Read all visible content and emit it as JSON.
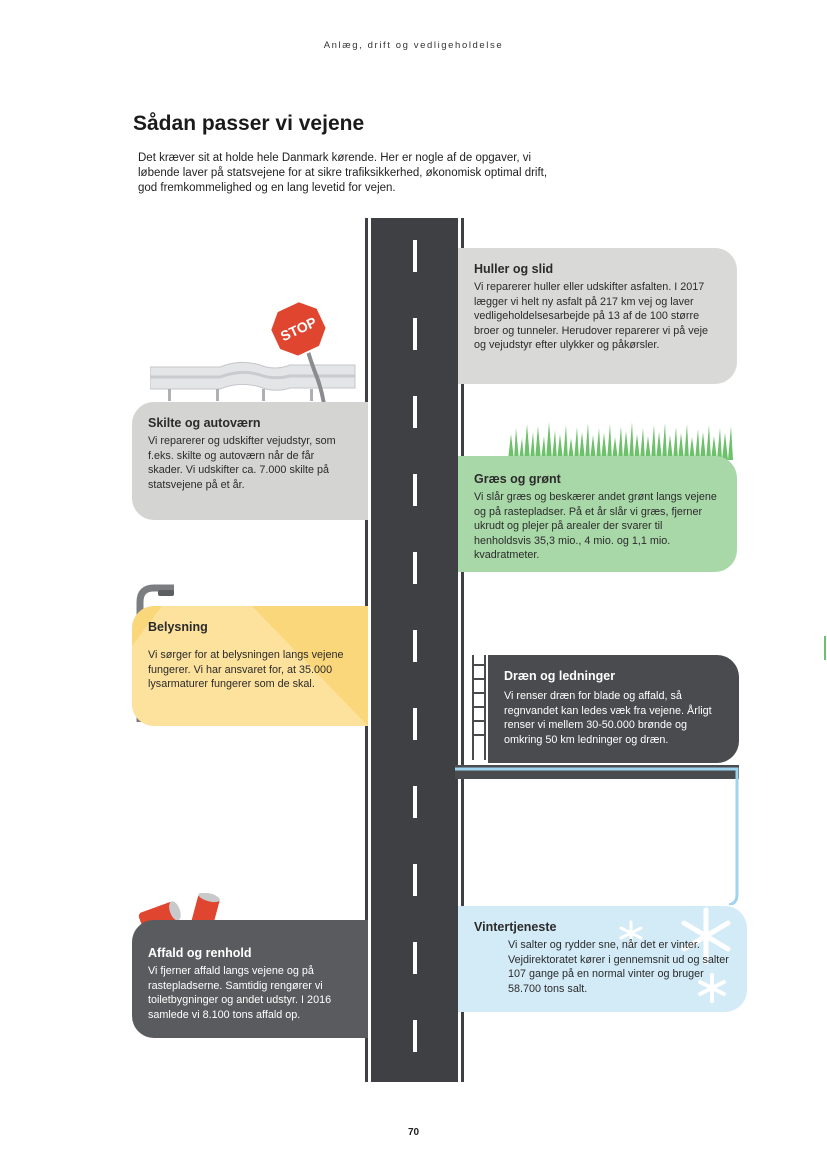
{
  "header": {
    "running_title": "Anlæg, drift og vedligeholdelse"
  },
  "page": {
    "title": "Sådan passer vi vejene",
    "intro": "Det kræver sit at holde hele Danmark kørende. Her er nogle af de opgaver, vi løbende laver på statsvejene for at sikre trafiksikkerhed, økonomisk optimal drift, god fremkommelighed og en lang levetid for vejen.",
    "page_number": "70"
  },
  "sections": {
    "huller": {
      "title": "Huller og slid",
      "text": "Vi reparerer huller eller udskifter asfalten. I 2017 lægger vi helt ny asfalt på 217 km vej og laver vedligeholdelsesarbejde på 13 af de 100 større broer og tunneler. Herudover reparerer vi på veje og vejudstyr efter ulykker og påkørsler."
    },
    "skilte": {
      "title": "Skilte og autoværn",
      "text": "Vi reparerer og udskifter vejudstyr, som f.eks. skilte og autoværn når de får skader. Vi udskifter ca. 7.000 skilte på statsvejene på et år."
    },
    "graes": {
      "title": "Græs og grønt",
      "text": "Vi slår græs og beskærer andet grønt langs vejene og på rastepladser. På et år slår vi græs, fjerner ukrudt og plejer på arealer der svarer til henholdsvis 35,3 mio., 4 mio. og 1,1 mio. kvadratmeter."
    },
    "belysning": {
      "title": "Belysning",
      "text": "Vi sørger for at belysningen langs vejene fungerer. Vi har ansvaret for, at 35.000 lysarmaturer fungerer som de skal."
    },
    "draen": {
      "title": "Dræn og ledninger",
      "text": "Vi renser dræn for blade og affald, så regnvandet kan ledes væk fra vejene. Årligt renser vi mellem 30-50.000 brønde og omkring 50 km ledninger og dræn."
    },
    "vinter": {
      "title": "Vintertjeneste",
      "text": "Vi salter og rydder sne, når det er vinter. Vejdirektoratet kører i gennemsnit ud og salter 107 gange på en normal vinter og bruger 58.700 tons salt."
    },
    "affald": {
      "title": "Affald og renhold",
      "text": "Vi fjerner affald langs vejene og på rastepladserne. Samtidig rengører vi toiletbygninger og andet udstyr. I 2016 samlede vi 8.100 tons affald op."
    }
  },
  "illustrations": {
    "stop_sign_text": "STOP",
    "colors": {
      "road": "#3f4043",
      "grass": "#6cc16a",
      "lamp_light": "#fbd77b",
      "water": "#9fd4ef",
      "can_red": "#e0452f"
    }
  }
}
